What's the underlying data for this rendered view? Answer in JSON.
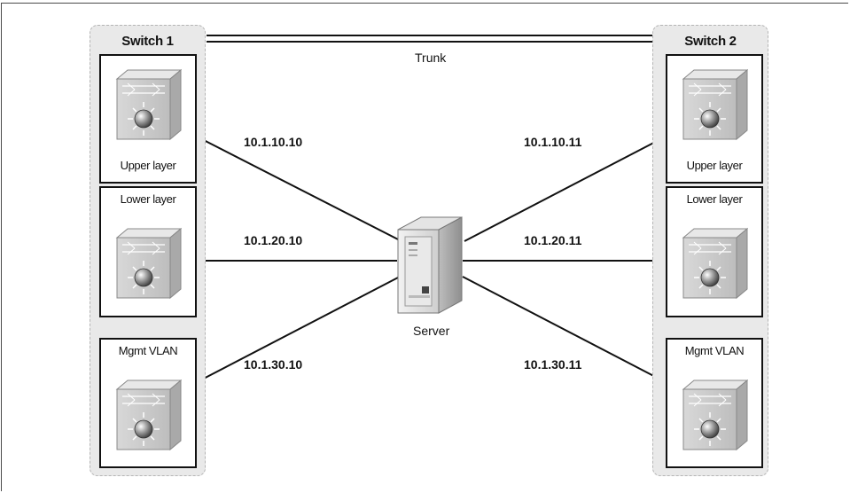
{
  "trunk": {
    "label": "Trunk"
  },
  "server": {
    "label": "Server"
  },
  "switches": [
    {
      "title": "Switch 1",
      "layers": [
        {
          "label": "Upper layer",
          "ip": "10.1.10.10"
        },
        {
          "label": "Lower layer",
          "ip": "10.1.20.10"
        },
        {
          "label": "Mgmt VLAN",
          "ip": "10.1.30.10"
        }
      ]
    },
    {
      "title": "Switch 2",
      "layers": [
        {
          "label": "Upper layer",
          "ip": "10.1.10.11"
        },
        {
          "label": "Lower layer",
          "ip": "10.1.20.11"
        },
        {
          "label": "Mgmt VLAN",
          "ip": "10.1.30.11"
        }
      ]
    }
  ],
  "colors": {
    "group_fill": "#e9e9e9",
    "line": "#111111",
    "device": "#d4d4d4"
  },
  "icons": {
    "switch": "multilayer-switch-icon",
    "server": "server-tower-icon"
  }
}
